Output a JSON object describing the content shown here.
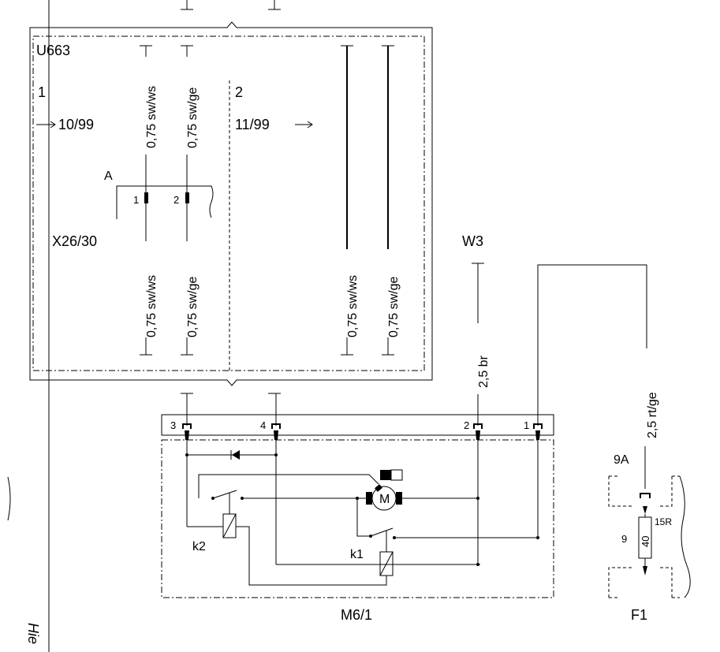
{
  "module_u663": {
    "name": "U663",
    "section_1": {
      "number": "1",
      "date": "10/99"
    },
    "section_2": {
      "number": "2",
      "date": "11/99"
    },
    "wires_upper": [
      "0,75 sw/ws",
      "0,75 sw/ge"
    ],
    "wires_lower": [
      "0,75 sw/ws",
      "0,75 sw/ge"
    ],
    "wires_right": [
      "0,75 sw/ws",
      "0,75 sw/ge"
    ]
  },
  "connector_x26": {
    "name": "X26/30",
    "flag": "A",
    "pins": [
      "1",
      "2"
    ]
  },
  "ground_w3": {
    "name": "W3",
    "wire": "2,5 br"
  },
  "motor_m6": {
    "name": "M6/1",
    "pins": [
      "3",
      "4",
      "2",
      "1"
    ],
    "relay_k1": "k1",
    "relay_k2": "k2",
    "motor_symbol": "M"
  },
  "fuse_f1": {
    "name": "F1",
    "terminal": "9A",
    "wire": "2,5 rt/ge",
    "fuse_number": "9",
    "rating": "40",
    "circuit": "15R"
  },
  "edge_text": "Hie"
}
